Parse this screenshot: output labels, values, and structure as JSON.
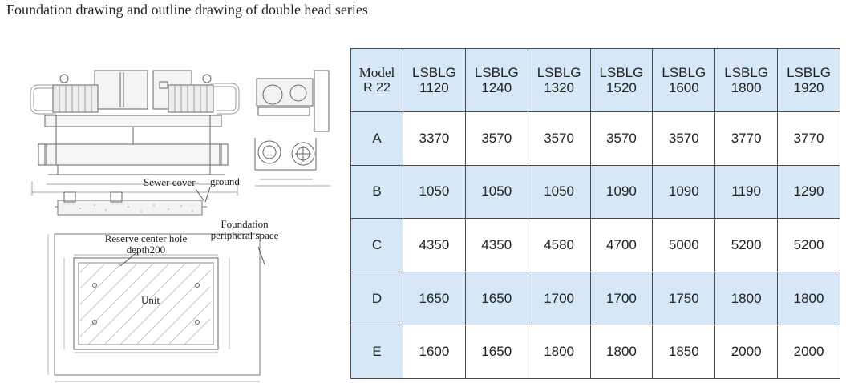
{
  "title": "Foundation drawing and outline drawing of double head series",
  "drawing": {
    "sewer_cover": "Sewer cover",
    "ground": "ground",
    "foundation_space": [
      "Foundation",
      "peripheral space"
    ],
    "reserve_hole": [
      "Reserve center hole",
      "depth200"
    ],
    "unit": "Unit"
  },
  "table": {
    "model_label": "Model",
    "refrigerant": "R 22",
    "models": [
      [
        "LSBLG",
        "1120"
      ],
      [
        "LSBLG",
        "1240"
      ],
      [
        "LSBLG",
        "1320"
      ],
      [
        "LSBLG",
        "1520"
      ],
      [
        "LSBLG",
        "1600"
      ],
      [
        "LSBLG",
        "1800"
      ],
      [
        "LSBLG",
        "1920"
      ]
    ],
    "rows": [
      {
        "label": "A",
        "values": [
          "3370",
          "3570",
          "3570",
          "3570",
          "3570",
          "3770",
          "3770"
        ]
      },
      {
        "label": "B",
        "values": [
          "1050",
          "1050",
          "1050",
          "1090",
          "1090",
          "1190",
          "1290"
        ]
      },
      {
        "label": "C",
        "values": [
          "4350",
          "4350",
          "4580",
          "4700",
          "5000",
          "5200",
          "5200"
        ]
      },
      {
        "label": "D",
        "values": [
          "1650",
          "1650",
          "1700",
          "1700",
          "1750",
          "1800",
          "1800"
        ]
      },
      {
        "label": "E",
        "values": [
          "1600",
          "1650",
          "1800",
          "1800",
          "1850",
          "2000",
          "2000"
        ]
      }
    ]
  }
}
